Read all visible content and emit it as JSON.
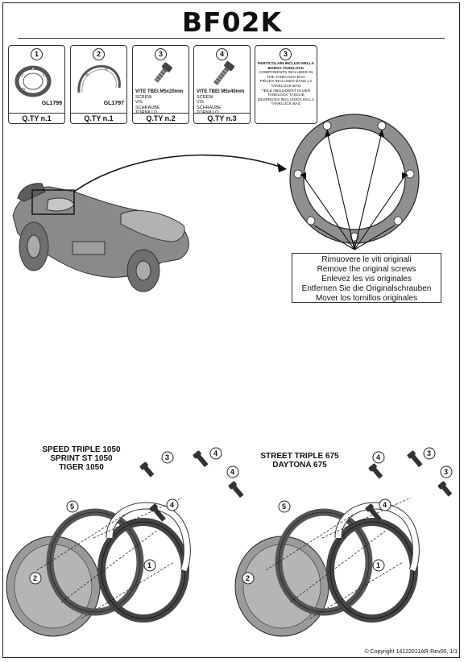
{
  "header": {
    "title": "BF02K"
  },
  "parts": [
    {
      "number": "1",
      "code": "GL1799",
      "qty": "Q.TY n.1"
    },
    {
      "number": "2",
      "code": "GL1797",
      "qty": "Q.TY n.1"
    },
    {
      "number": "3",
      "desc_strong": "VITE TBEI M5x20mm",
      "desc_lines": [
        "SCREW",
        "VIS",
        "SCHRAUBE",
        "TORNILLO"
      ],
      "qty": "Q.TY n.2"
    },
    {
      "number": "4",
      "desc_strong": "VITE TBEI M5x40mm",
      "desc_lines": [
        "SCREW",
        "VIS",
        "SCHRAUBE",
        "TORNILLO"
      ],
      "qty": "Q.TY n.3"
    }
  ],
  "included": {
    "number": "3",
    "lines": [
      "PARTICOLARI INCLUSI NELLA BORSA TANKLOCK",
      "COMPONENTS INCLUDED IN THE TANKLOCK BAG",
      "PIÈCES INCLUSES DANS LA TANKLOCK BAG",
      "TEILE INKLUDIERT IN DER TANKLOCK TASCHE",
      "DESPIECES INCLUIDOS EN LA TANKLOCK BAG"
    ]
  },
  "instructions": [
    "Rimuovere le viti originali",
    "Remove the original screws",
    "Enlevez  les vis originales",
    "Entfernen Sie die Originalschrauben",
    "Mover los tornillos originales"
  ],
  "models_left": [
    "SPEED TRIPLE 1050",
    "SPRINT ST 1050",
    "TIGER 1050"
  ],
  "models_right": [
    "STREET TRIPLE 675",
    "DAYTONA 675"
  ],
  "callouts": {
    "one": "1",
    "two": "2",
    "three": "3",
    "four": "4",
    "five": "5"
  },
  "footer": "© Copyright 14122011AR-Rev00, 1/1"
}
